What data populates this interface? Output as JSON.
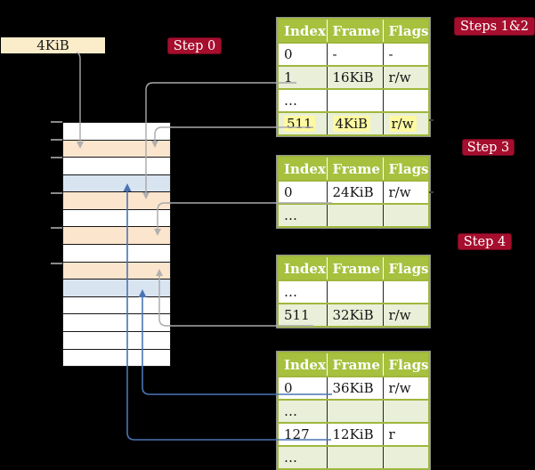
{
  "frame_size_box": {
    "label": "4KiB"
  },
  "step_labels": {
    "step0": "Step 0",
    "steps_1_2": "Steps 1&2",
    "step3": "Step 3",
    "step4": "Step 4"
  },
  "memory_stack": {
    "rows": [
      {
        "fill": "white"
      },
      {
        "fill": "peach"
      },
      {
        "fill": "white"
      },
      {
        "fill": "blue"
      },
      {
        "fill": "peach"
      },
      {
        "fill": "white"
      },
      {
        "fill": "peach"
      },
      {
        "fill": "white"
      },
      {
        "fill": "peach"
      },
      {
        "fill": "blue"
      },
      {
        "fill": "white"
      },
      {
        "fill": "white"
      },
      {
        "fill": "white"
      },
      {
        "fill": "white"
      }
    ]
  },
  "page_tables": [
    {
      "id": "pt-steps-1-2",
      "headers": [
        "Index",
        "Frame",
        "Flags"
      ],
      "rows": [
        {
          "cells": [
            "0",
            "-",
            "-"
          ],
          "shaded": false,
          "highlight": false
        },
        {
          "cells": [
            "1",
            "16KiB",
            "r/w"
          ],
          "shaded": true,
          "highlight": false
        },
        {
          "cells": [
            "…",
            "",
            ""
          ],
          "shaded": false,
          "highlight": false
        },
        {
          "cells": [
            "511",
            "4KiB",
            "r/w"
          ],
          "shaded": true,
          "highlight": true
        }
      ]
    },
    {
      "id": "pt-step-3",
      "headers": [
        "Index",
        "Frame",
        "Flags"
      ],
      "rows": [
        {
          "cells": [
            "0",
            "24KiB",
            "r/w"
          ],
          "shaded": false,
          "highlight": false
        },
        {
          "cells": [
            "…",
            "",
            ""
          ],
          "shaded": true,
          "highlight": false
        }
      ]
    },
    {
      "id": "pt-step-4",
      "headers": [
        "Index",
        "Frame",
        "Flags"
      ],
      "rows": [
        {
          "cells": [
            "…",
            "",
            ""
          ],
          "shaded": false,
          "highlight": false
        },
        {
          "cells": [
            "511",
            "32KiB",
            "r/w"
          ],
          "shaded": true,
          "highlight": false
        }
      ]
    },
    {
      "id": "pt-final",
      "headers": [
        "Index",
        "Frame",
        "Flags"
      ],
      "rows": [
        {
          "cells": [
            "0",
            "36KiB",
            "r/w"
          ],
          "shaded": false,
          "highlight": false
        },
        {
          "cells": [
            "…",
            "",
            ""
          ],
          "shaded": true,
          "highlight": false
        },
        {
          "cells": [
            "127",
            "12KiB",
            "r"
          ],
          "shaded": false,
          "highlight": false
        },
        {
          "cells": [
            "…",
            "",
            ""
          ],
          "shaded": true,
          "highlight": false
        }
      ]
    }
  ],
  "colors": {
    "background": "#000000",
    "step_label_bg": "#a60e2e",
    "table_header_bg": "#a7c13f",
    "table_border": "#9fb73d",
    "table_row_shaded": "#e9efd8",
    "highlight_yellow": "#fcf9a2",
    "frame_box_bg": "#fbedc9",
    "memory_peach": "#fce5cd",
    "memory_blue": "#d9e4f1",
    "connector_gray": "#a9a9a9",
    "connector_blue": "#4a74b4"
  }
}
